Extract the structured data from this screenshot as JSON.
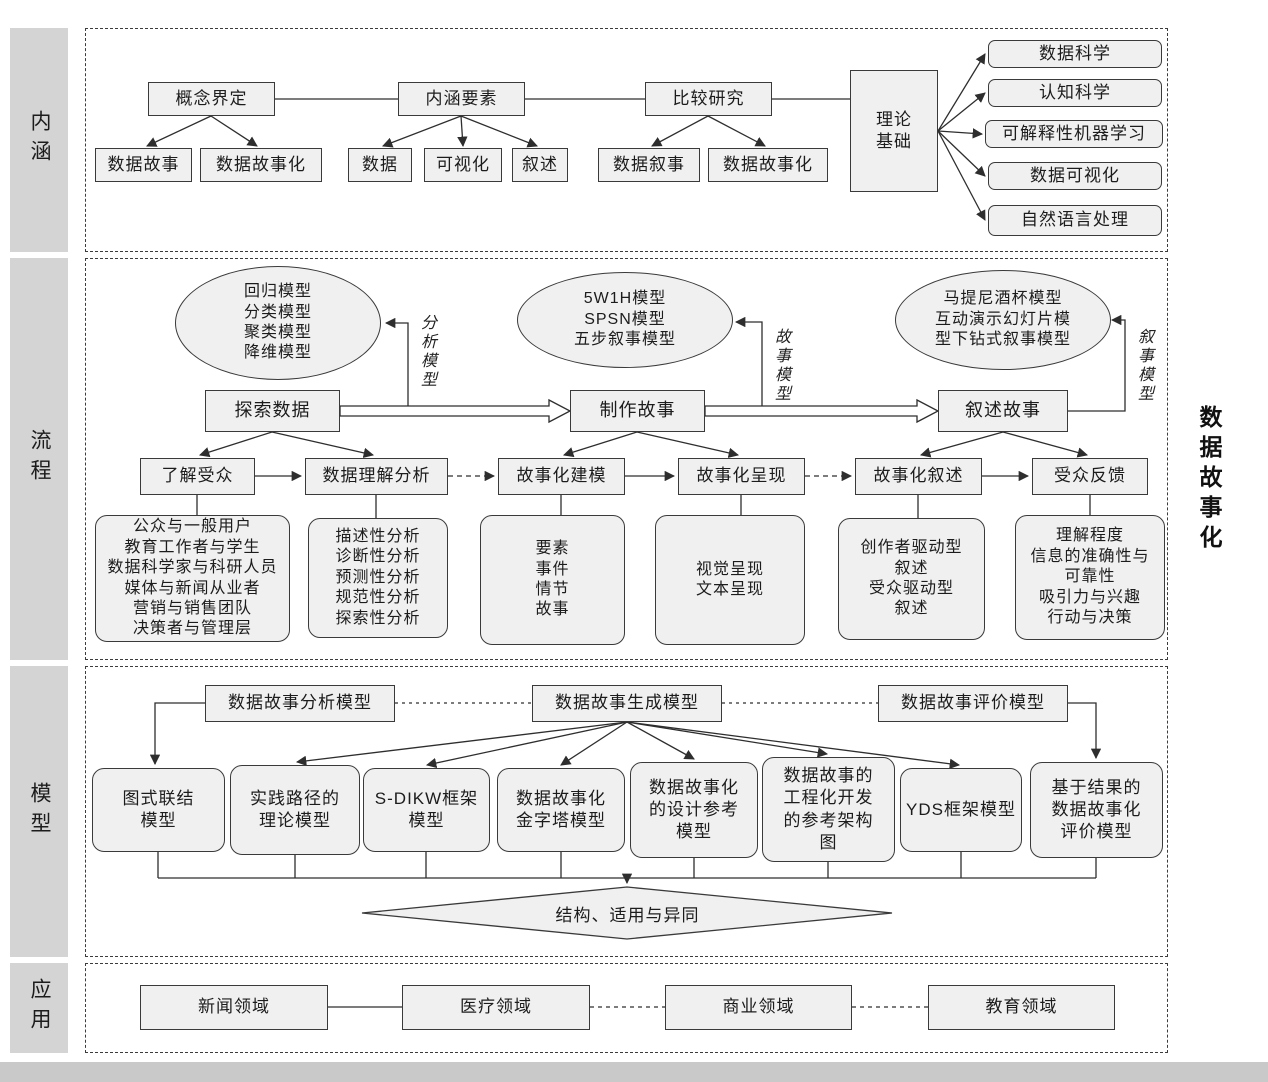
{
  "sidebar": {
    "sections": [
      "内涵",
      "流程",
      "模型",
      "应用"
    ]
  },
  "right_banner": "数据故事化",
  "connotation": {
    "concept": "概念界定",
    "concept_children": [
      "数据故事",
      "数据故事化"
    ],
    "elements": "内涵要素",
    "element_children": [
      "数据",
      "可视化",
      "叙述"
    ],
    "compare": "比较研究",
    "compare_children": [
      "数据叙事",
      "数据故事化"
    ],
    "theory": "理论\n基础",
    "theory_children": [
      "数据科学",
      "认知科学",
      "可解释性机器学习",
      "数据可视化",
      "自然语言处理"
    ]
  },
  "process": {
    "model_groups": [
      {
        "items": "回归模型\n分类模型\n聚类模型\n降维模型",
        "label": "分析模型"
      },
      {
        "items": "5W1H模型\nSPSN模型\n五步叙事模型",
        "label": "故事模型"
      },
      {
        "items": "马提尼酒杯模型\n互动演示幻灯片模\n型下钻式叙事模型",
        "label": "叙事模型"
      }
    ],
    "flow": [
      "探索数据",
      "制作故事",
      "叙述故事"
    ],
    "steps": [
      "了解受众",
      "数据理解分析",
      "故事化建模",
      "故事化呈现",
      "故事化叙述",
      "受众反馈"
    ],
    "details": [
      "公众与一般用户\n教育工作者与学生\n数据科学家与科研人员\n媒体与新闻从业者\n营销与销售团队\n决策者与管理层",
      "描述性分析\n诊断性分析\n预测性分析\n规范性分析\n探索性分析",
      "要素\n事件\n情节\n故事",
      "视觉呈现\n文本呈现",
      "创作者驱动型\n叙述\n受众驱动型\n叙述",
      "理解程度\n信息的准确性与\n可靠性\n吸引力与兴趣\n行动与决策"
    ]
  },
  "models": {
    "top": [
      "数据故事分析模型",
      "数据故事生成模型",
      "数据故事评价模型"
    ],
    "items": [
      "图式联结\n模型",
      "实践路径的\n理论模型",
      "S-DIKW框架\n模型",
      "数据故事化\n金字塔模型",
      "数据故事化\n的设计参考\n模型",
      "数据故事的\n工程化开发\n的参考架构\n图",
      "YDS框架模型",
      "基于结果的\n数据故事化\n评价模型"
    ],
    "diamond": "结构、适用与异同"
  },
  "application": {
    "domains": [
      "新闻领域",
      "医疗领域",
      "商业领域",
      "教育领域"
    ]
  }
}
